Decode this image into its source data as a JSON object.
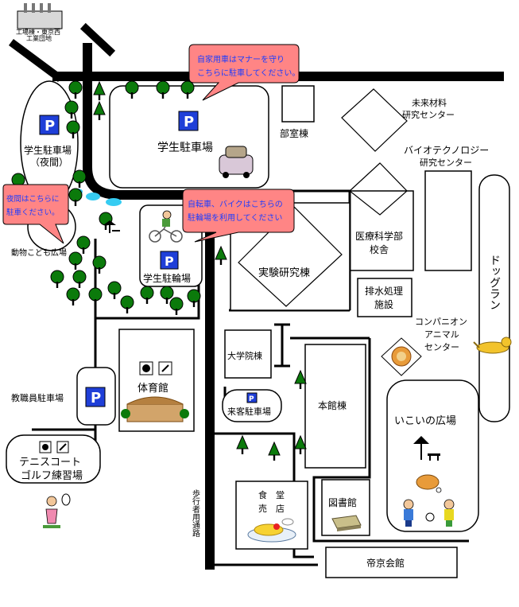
{
  "labels": {
    "factory": "工場棟・東京西",
    "factory2": "工業団地",
    "bubble1_l1": "自家用車はマナーを守り",
    "bubble1_l2": "こちらに駐車してください。",
    "bubble2_l1": "夜間はこちらに",
    "bubble2_l2": "駐車ください。",
    "bubble3_l1": "自転車、バイクはこちらの",
    "bubble3_l2": "駐輪場を利用してください",
    "student_parking_night_l1": "学生駐車場",
    "student_parking_night_l2": "（夜間）",
    "student_parking": "学生駐車場",
    "club_building": "部室棟",
    "future_materials_l1": "未来材料",
    "future_materials_l2": "研究センター",
    "biotech_l1": "バイオテクノロジー",
    "biotech_l2": "研究センター",
    "medical_l1": "医療科学部",
    "medical_l2": "校舎",
    "experiment": "実験研究棟",
    "drainage_l1": "排水処理",
    "drainage_l2": "施設",
    "bicycle_parking": "学生駐輪場",
    "zoo_plaza": "動物こども広場",
    "dog_run": "ドッグラン",
    "companion_l1": "コンパニオン",
    "companion_l2": "アニマル",
    "companion_l3": "センター",
    "grad_school": "大学院棟",
    "gym": "体育館",
    "staff_parking": "教職員駐車場",
    "visitor_parking": "来客駐車場",
    "main_building": "本館棟",
    "plaza": "いこいの広場",
    "tennis_l1": "テニスコート",
    "tennis_l2": "ゴルフ練習場",
    "cafeteria_l1": "食　堂",
    "cafeteria_l2": "売　店",
    "library": "図書館",
    "walkway": "歩行者用通路",
    "teikyo_hall": "帝京会館",
    "parking_symbol": "P"
  },
  "colors": {
    "road": "#000000",
    "bubble_fill": "#ff8585",
    "bubble_text": "#1b3cff",
    "parking_sign": "#1f3fd8",
    "tree": "#0b7a0b",
    "pond": "#36ccf2"
  },
  "icons": [
    "parking-sign-icon",
    "tree-icon",
    "car-illustration-icon",
    "bicycle-illustration-icon",
    "dog-illustration-icon",
    "lion-illustration-icon",
    "sports-ball-icon",
    "tennis-player-icon",
    "rice-dish-icon",
    "book-icon",
    "bench-icon"
  ]
}
